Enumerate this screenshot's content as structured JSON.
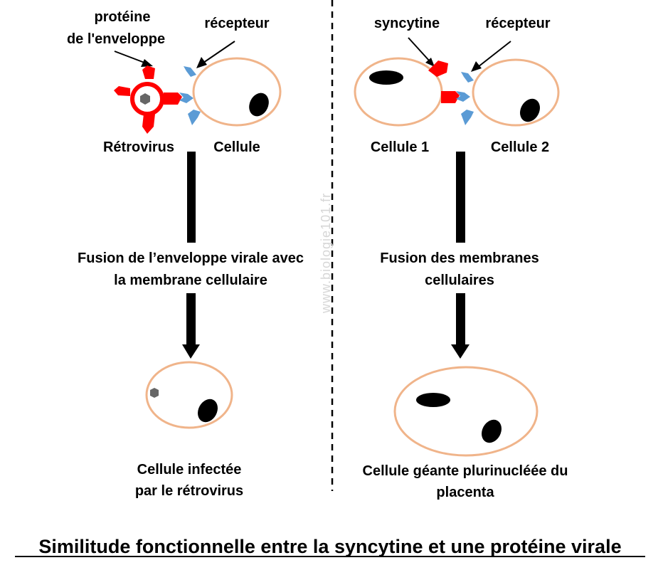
{
  "left_panel": {
    "protein_label_line1": "protéine",
    "protein_label_line2": "de l'enveloppe",
    "receptor_label": "récepteur",
    "retrovirus_label": "Rétrovirus",
    "cell_label": "Cellule",
    "fusion_line1": "Fusion de l’enveloppe virale avec",
    "fusion_line2": "la membrane cellulaire",
    "result_line1": "Cellule infectée",
    "result_line2": "par le rétrovirus"
  },
  "right_panel": {
    "syncytin_label": "syncytine",
    "receptor_label": "récepteur",
    "cell1_label": "Cellule 1",
    "cell2_label": "Cellule 2",
    "fusion_line1": "Fusion des membranes",
    "fusion_line2": "cellulaires",
    "result_line1": "Cellule géante plurinucléée du",
    "result_line2": "placenta"
  },
  "watermark": "www.biologie101.fr",
  "title": "Similitude fonctionnelle entre la syncytine et une protéine virale",
  "colors": {
    "membrane": "#f0b48a",
    "viral_protein": "#ff0000",
    "receptor": "#5b9bd5",
    "nucleus": "#000000",
    "viral_genome": "#666666"
  }
}
